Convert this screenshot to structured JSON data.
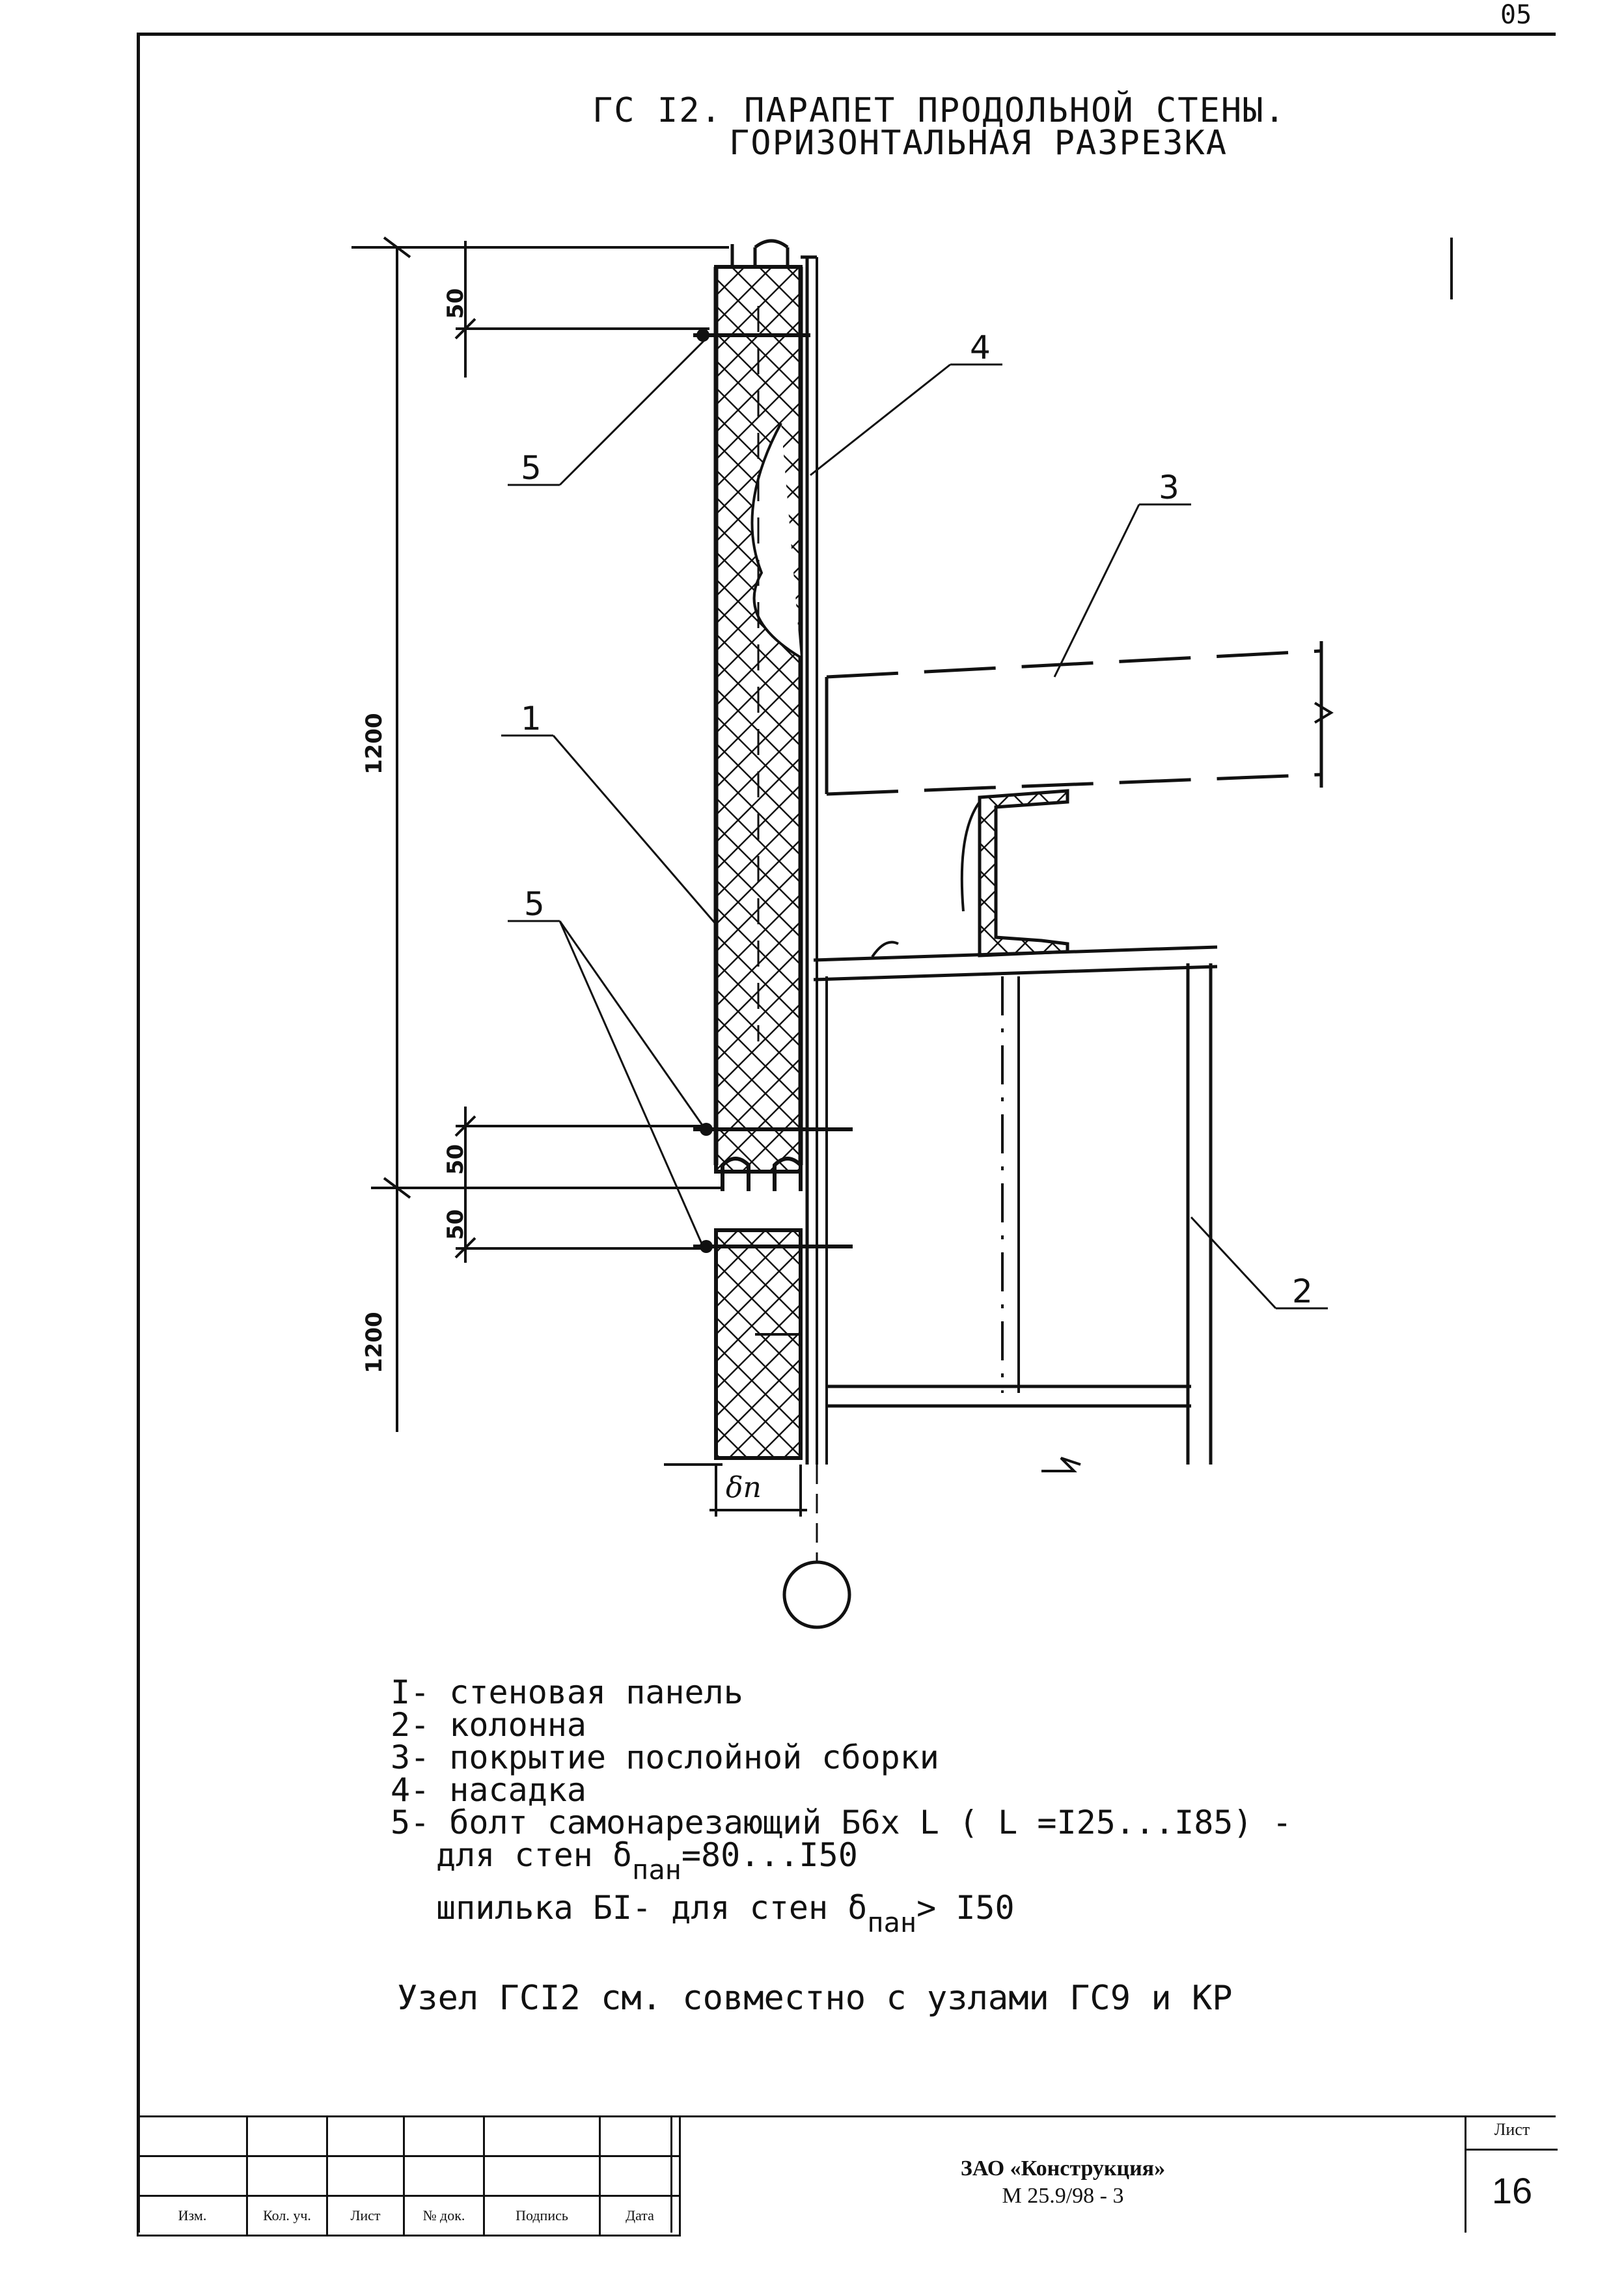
{
  "header": {
    "title_line1": "ГС I2. ПАРАПЕТ ПРОДОЛЬНОЙ СТЕНЫ.",
    "title_line2": "ГОРИЗОНТАЛЬНАЯ РАЗРЕЗКА"
  },
  "drawing": {
    "callouts": {
      "c1": "1",
      "c2": "2",
      "c3": "3",
      "c4": "4",
      "c5a": "5",
      "c5b": "5"
    },
    "dimensions": {
      "d50_top": "50",
      "d1200_upper": "1200",
      "d50_mid1": "50",
      "d50_mid2": "50",
      "d1200_lower": "1200"
    },
    "thickness_label": "δn"
  },
  "legend": {
    "item1": "I- стеновая панель",
    "item2": "2- колонна",
    "item3": "3- покрытие послойной сборки",
    "item4": "4- насадка",
    "item5": "5- болт самонарезающий Б6х L ( L =I25...I85) -",
    "item5_line2_pre": "для стен δ",
    "item5_line2_sub": "пан",
    "item5_line2_post": "=80...I50",
    "item5_line3_pre": "шпилька БI- для стен δ",
    "item5_line3_sub": "пан",
    "item5_line3_post": "> I50"
  },
  "note": "Узел ГСI2 см. совместно с узлами ГС9 и КР",
  "title_block": {
    "col_izm": "Изм.",
    "col_kol": "Кол. уч.",
    "col_list": "Лист",
    "col_doc": "№ док.",
    "col_sign": "Подпись",
    "col_date": "Дата",
    "org": "ЗАО «Конструкция»",
    "code": "М 25.9/98 - 3",
    "sheet_label": "Лист",
    "sheet_number": "16"
  },
  "corner_mark": "05"
}
